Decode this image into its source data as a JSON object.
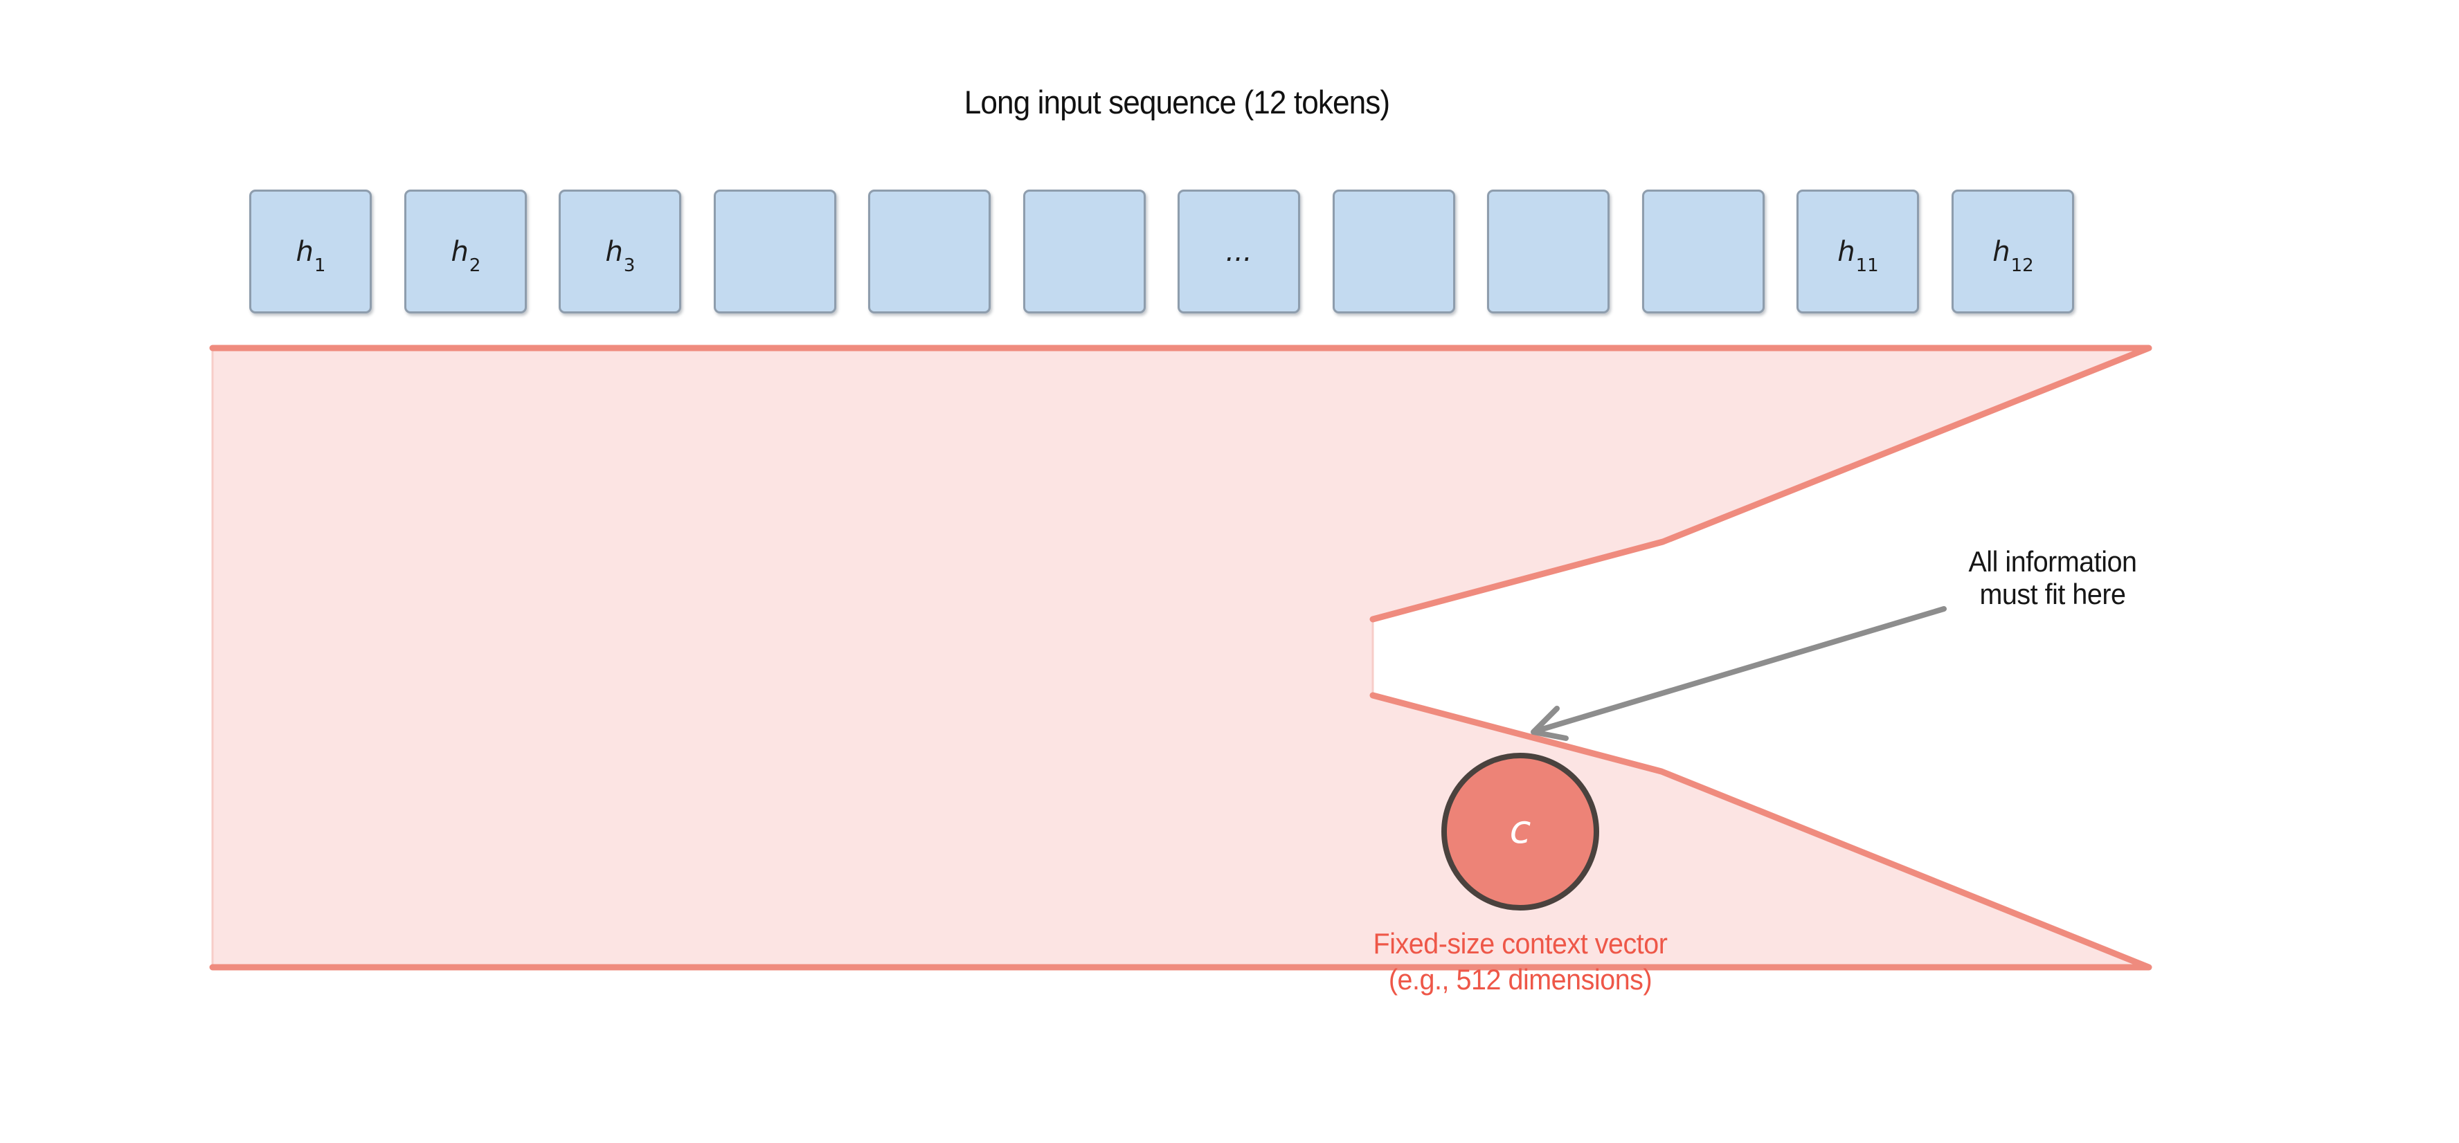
{
  "title": "Long input sequence (12 tokens)",
  "tokens": [
    {
      "main": "h",
      "sub": "1"
    },
    {
      "main": "h",
      "sub": "2"
    },
    {
      "main": "h",
      "sub": "3"
    },
    {
      "main": "",
      "sub": ""
    },
    {
      "main": "",
      "sub": ""
    },
    {
      "main": "",
      "sub": ""
    },
    {
      "main": "...",
      "sub": ""
    },
    {
      "main": "",
      "sub": ""
    },
    {
      "main": "",
      "sub": ""
    },
    {
      "main": "",
      "sub": ""
    },
    {
      "main": "h",
      "sub": "11"
    },
    {
      "main": "h",
      "sub": "12"
    }
  ],
  "annotation": {
    "line1": "All information",
    "line2": "must fit here"
  },
  "context_vector": {
    "label": "c",
    "caption_line1": "Fixed-size context vector",
    "caption_line2": "(e.g., 512 dimensions)"
  },
  "colors": {
    "box_fill": "#c3daf0",
    "box_border": "#8e9dad",
    "box_label": "#1d1d1d",
    "funnel_fill": "#fce4e3",
    "funnel_stroke": "#ef8b7e",
    "funnel_edge_light": "#f7cdc8",
    "circle_fill": "#ed8377",
    "circle_border": "#4a423e",
    "circle_label": "#ffffff",
    "caption_text": "#ee5748",
    "arrow": "#8d8d8d",
    "title_text": "#111111",
    "annotation_text": "#161616"
  }
}
